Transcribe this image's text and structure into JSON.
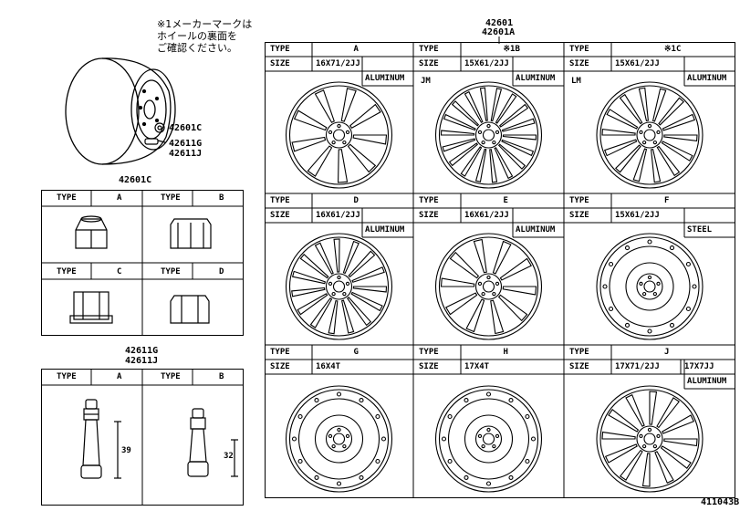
{
  "note": "※1メーカーマークは\nホイールの裏面を\nご確認ください。",
  "callouts": {
    "nut": "42601C",
    "valve_g": "42611G",
    "valve_j": "42611J",
    "wheel_1": "42601",
    "wheel_2": "42601A"
  },
  "nut_table": {
    "title": "42601C",
    "type_label": "TYPE",
    "types": [
      "A",
      "B",
      "C",
      "D"
    ]
  },
  "valve_table": {
    "title_1": "42611G",
    "title_2": "42611J",
    "type_label": "TYPE",
    "types": [
      "A",
      "B"
    ],
    "dims": [
      "39",
      "32"
    ]
  },
  "wheel_table": {
    "type_label": "TYPE",
    "size_label": "SIZE",
    "cells": [
      {
        "type": "A",
        "size": "16X71/2JJ",
        "material": "ALUMINUM",
        "mark": ""
      },
      {
        "type": "※1B",
        "size": "15X61/2JJ",
        "material": "ALUMINUM",
        "mark": "JM"
      },
      {
        "type": "※1C",
        "size": "15X61/2JJ",
        "material": "ALUMINUM",
        "mark": "LM"
      },
      {
        "type": "D",
        "size": "16X61/2JJ",
        "material": "ALUMINUM",
        "mark": ""
      },
      {
        "type": "E",
        "size": "16X61/2JJ",
        "material": "ALUMINUM",
        "mark": ""
      },
      {
        "type": "F",
        "size": "15X61/2JJ",
        "material": "STEEL",
        "mark": ""
      },
      {
        "type": "G",
        "size": "16X4T",
        "material": "",
        "mark": ""
      },
      {
        "type": "H",
        "size": "17X4T",
        "material": "",
        "mark": ""
      },
      {
        "type": "J",
        "size": "17X71/2JJ",
        "size2": "17X7JJ",
        "material": "ALUMINUM",
        "mark": ""
      }
    ]
  },
  "figure_id": "411043B"
}
